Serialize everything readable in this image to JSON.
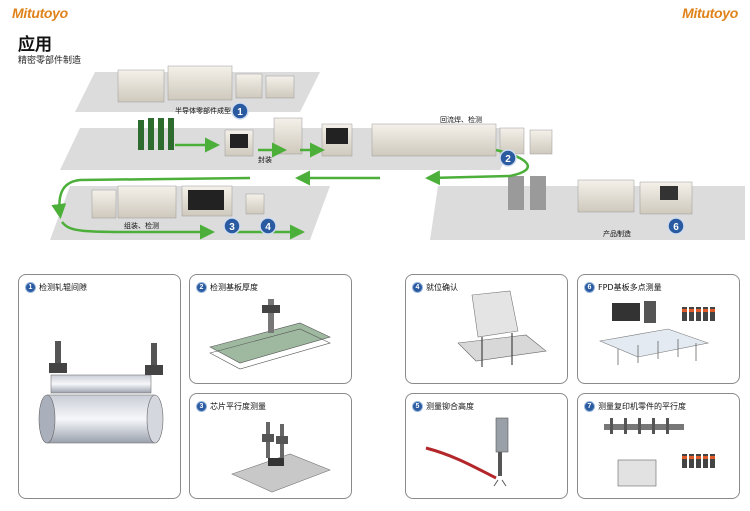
{
  "header": {
    "brand_left": "Mitutoyo",
    "brand_right": "Mitutoyo",
    "title": "应用",
    "subtitle": "精密零部件制造"
  },
  "diagram": {
    "labels": {
      "semiconductor": "半导体零部件成型",
      "reflow": "回流焊、检测",
      "packaging": "封装",
      "assembly": "组装、检测",
      "product": "产品制造"
    },
    "step_numbers": [
      "1",
      "2",
      "3",
      "4",
      "6"
    ]
  },
  "cards": [
    {
      "num": "1",
      "title": "检测轧辊间隙"
    },
    {
      "num": "2",
      "title": "检测基板厚度"
    },
    {
      "num": "3",
      "title": "芯片平行度测量"
    },
    {
      "num": "4",
      "title": "就位确认"
    },
    {
      "num": "5",
      "title": "测量铆合高度"
    },
    {
      "num": "6",
      "title": "FPD基板多点测量"
    },
    {
      "num": "7",
      "title": "测量复印机零件的平行度"
    }
  ],
  "colors": {
    "brand": "#e0821a",
    "badge": "#2a5aa0",
    "flow_arrow": "#4caf3a",
    "floor": "#dcdcdc"
  }
}
